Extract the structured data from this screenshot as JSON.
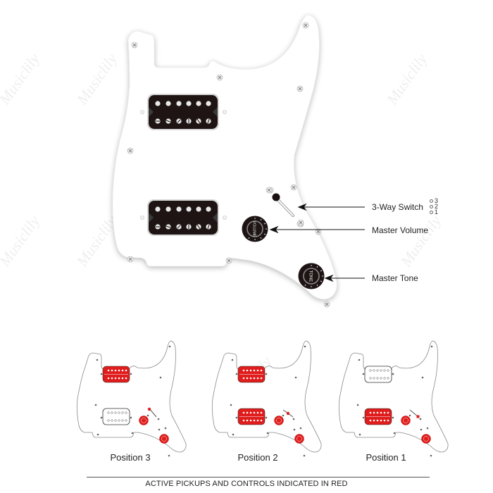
{
  "main_diagram": {
    "pickguard_color": "#ffffff",
    "pickup_color": "#1e1414",
    "pickups": [
      {
        "name": "neck-humbucker",
        "pole_pieces": 12
      },
      {
        "name": "bridge-humbucker",
        "pole_pieces": 12
      }
    ],
    "knobs": [
      {
        "name": "volume-knob",
        "text": "VOLUME"
      },
      {
        "name": "tone-knob",
        "text": "TONE"
      }
    ],
    "callouts": [
      {
        "label": "3-Way Switch",
        "target": "switch"
      },
      {
        "label": "Master Volume",
        "target": "volume-knob"
      },
      {
        "label": "Master Tone",
        "target": "tone-knob"
      }
    ],
    "switch_positions": [
      "3",
      "2",
      "1"
    ]
  },
  "positions": [
    {
      "caption": "Position 3",
      "neck_active": true,
      "bridge_active": false,
      "switch": "3"
    },
    {
      "caption": "Position 2",
      "neck_active": true,
      "bridge_active": true,
      "switch": "2"
    },
    {
      "caption": "Position 1",
      "neck_active": false,
      "bridge_active": true,
      "switch": "1"
    }
  ],
  "active_color": "#e01c1c",
  "footer": {
    "text": "ACTIVE PICKUPS AND CONTROLS INDICATED IN RED"
  },
  "watermark": {
    "text": "Musiclily"
  }
}
